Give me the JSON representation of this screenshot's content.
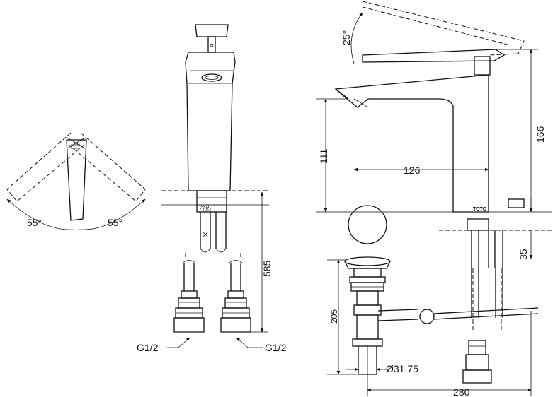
{
  "dimensions": {
    "left_angle": "55°",
    "right_angle": "55°",
    "lever_angle": "25°",
    "total_height": "585",
    "thread_left": "G1/2",
    "thread_right": "G1/2",
    "spout_height": "111",
    "spout_reach": "126",
    "faucet_height": "166",
    "deck_thickness": "35",
    "drain_length": "205",
    "drain_diameter": "Ø31.75",
    "rod_length": "280"
  },
  "labels": {
    "brand_mark": "TOTO",
    "tag_text": "冷热"
  }
}
